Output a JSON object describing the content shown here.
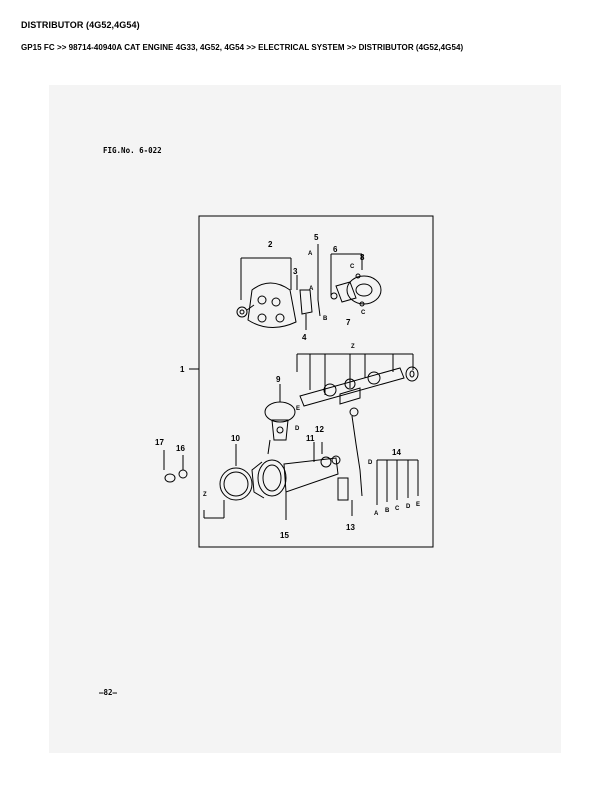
{
  "header": {
    "title": "DISTRIBUTOR (4G52,4G54)",
    "breadcrumb": "GP15 FC >> 98714-40940A CAT ENGINE 4G33, 4G52, 4G54 >> ELECTRICAL SYSTEM >> DISTRIBUTOR (4G52,4G54)"
  },
  "drawing": {
    "fig_no": "FIG.No. 6-022",
    "page_no": "—82—",
    "callouts": {
      "c1": "1",
      "c2": "2",
      "c3": "3",
      "c4": "4",
      "c5": "5",
      "c6": "6",
      "c7": "7",
      "c8": "8",
      "c9": "9",
      "c10": "10",
      "c11": "11",
      "c12": "12",
      "c13": "13",
      "c14": "14",
      "c15": "15",
      "c16": "16",
      "c17": "17"
    },
    "letters": {
      "z_top": "Z",
      "z_left": "Z",
      "a1": "A",
      "a2": "A",
      "b1": "B",
      "c1": "C",
      "c2": "C",
      "e1": "E",
      "d1": "D",
      "d2": "D",
      "k14a": "A",
      "k14b": "B",
      "k14c": "C",
      "k14d": "D",
      "k14e": "E"
    }
  }
}
